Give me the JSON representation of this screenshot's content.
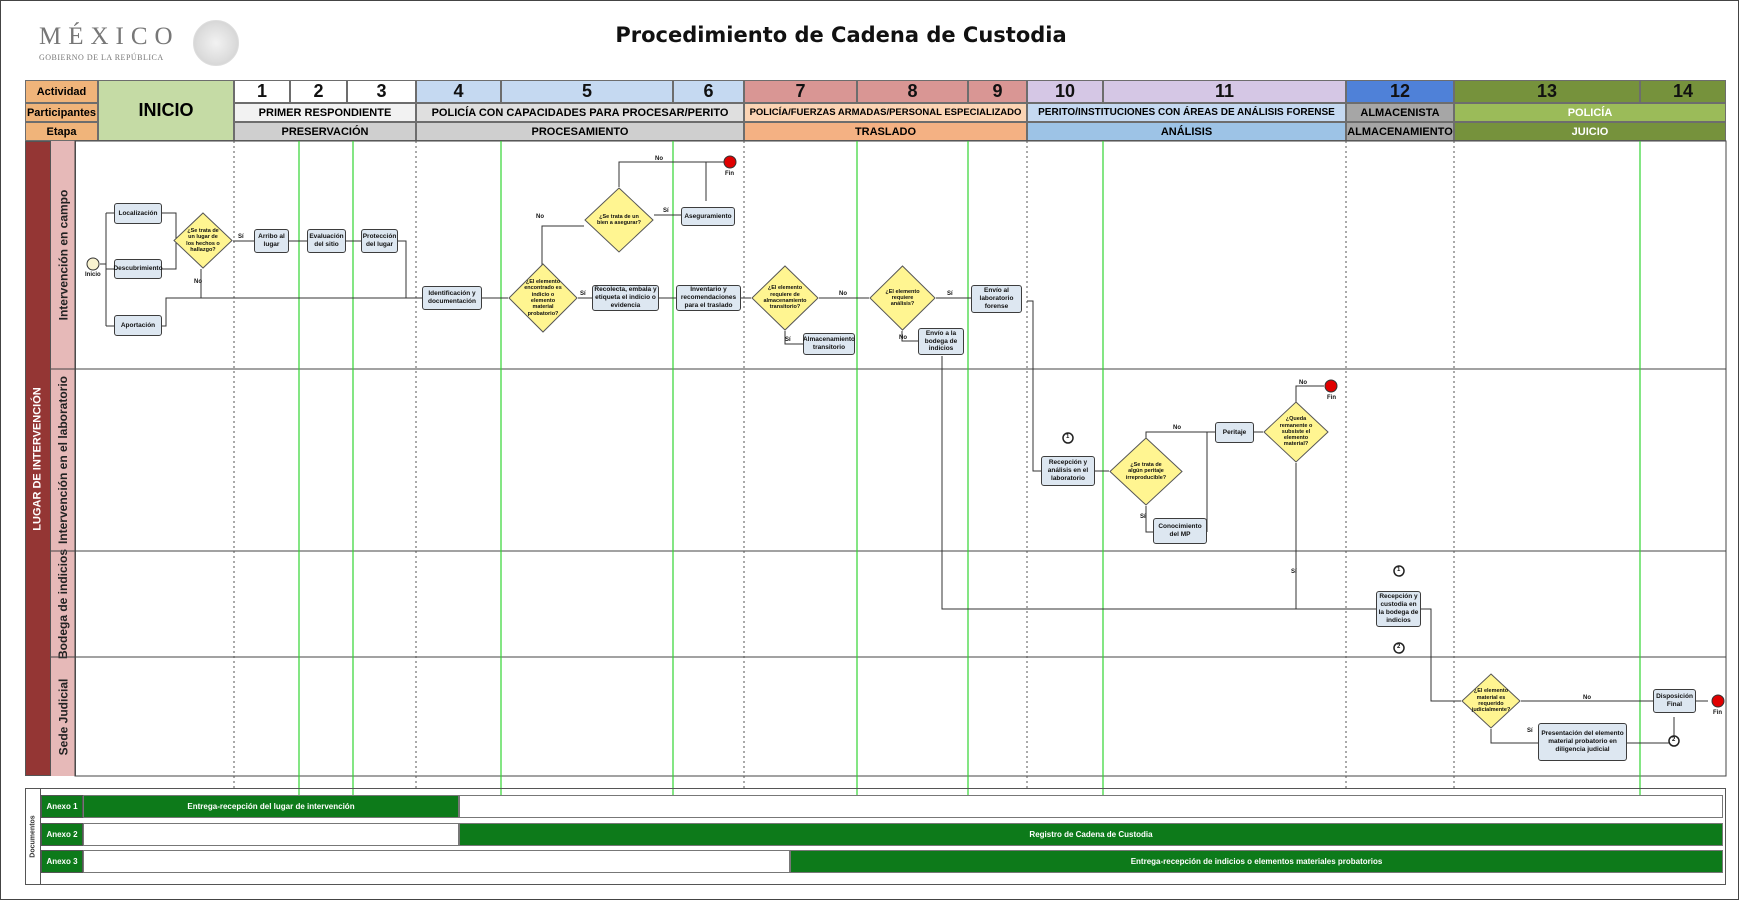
{
  "header": {
    "logo_word": "MÉXICO",
    "logo_sub": "GOBIERNO DE LA REPÚBLICA",
    "title": "Procedimiento de Cadena de Custodia"
  },
  "row_labels": {
    "actividad": "Actividad",
    "participantes": "Participantes",
    "etapa": "Etapa"
  },
  "inicio_label": "INICIO",
  "activities": [
    "1",
    "2",
    "3",
    "4",
    "5",
    "6",
    "7",
    "8",
    "9",
    "10",
    "11",
    "12",
    "13",
    "14"
  ],
  "participants": [
    "PRIMER RESPONDIENTE",
    "POLICÍA CON CAPACIDADES PARA PROCESAR/PERITO",
    "POLICÍA/FUERZAS ARMADAS/PERSONAL ESPECIALIZADO",
    "PERITO/INSTITUCIONES CON ÁREAS DE ANÁLISIS FORENSE",
    "ALMACENISTA",
    "POLICÍA"
  ],
  "stages": [
    "PRESERVACIÓN",
    "PROCESAMIENTO",
    "TRASLADO",
    "ANÁLISIS",
    "ALMACENAMIENTO",
    "JUICIO"
  ],
  "side_title": "LUGAR DE INTERVENCIÓN",
  "lanes": [
    "Intervención en campo",
    "Intervención en el laboratorio",
    "Bodega de indicios",
    "Sede Judicial"
  ],
  "nodes": {
    "inicio": "Inicio",
    "localizacion": "Localización",
    "descubrimiento": "Descubrimiento",
    "aportacion": "Aportación",
    "q_hechos": "¿Se trata de un lugar de los hechos o hallazgo?",
    "arribo": "Arribo al lugar",
    "evaluacion": "Evaluación del sitio",
    "proteccion": "Protección del lugar",
    "identificacion": "Identificación y documentación",
    "q_indicio": "¿El elemento encontrado es indicio o elemento material probatorio?",
    "recoleccion": "Recolecta, embala y etiqueta el indicio o evidencia",
    "q_bien": "¿Se trata de un bien a asegurar?",
    "aseguramiento": "Aseguramiento",
    "inventario": "Inventario y recomendaciones para el traslado",
    "q_almacen": "¿El elemento requiere de almacenamiento transitorio?",
    "almacen_trans": "Almacenamiento transitorio",
    "q_analisis": "¿El elemento requiere análisis?",
    "envio_bodega": "Envío a la bodega de indicios",
    "envio_lab": "Envío al laboratorio forense",
    "recepcion_lab": "Recepción y análisis en el laboratorio",
    "q_pericia": "¿Se trata de algún peritaje irreproducible?",
    "conocimiento": "Conocimiento del MP",
    "peritaje": "Peritaje",
    "q_remanente": "¿Queda remanente o subsiste el elemento material?",
    "recepcion_bodega": "Recepción y custodia en la bodega de indicios",
    "q_judicial": "¿El elemento material es requerido judicialmente?",
    "presentacion": "Presentación del elemento material probatorio en diligencia judicial",
    "disposicion": "Disposición Final",
    "fin": "Fin",
    "si": "Sí",
    "no": "No",
    "c1": "1",
    "c2": "2"
  },
  "documents": {
    "side_label": "Documentos",
    "rows": [
      {
        "label": "Anexo 1",
        "text": "Entrega-recepción del lugar de intervención"
      },
      {
        "label": "Anexo 2",
        "text": "Registro de Cadena de Custodia"
      },
      {
        "label": "Anexo 3",
        "text": "Entrega-recepción de indicios o elementos materiales probatorios"
      }
    ]
  },
  "colors": {
    "inicio": "#c5dba5",
    "preservacion": "#cfcfcf",
    "procesamiento_act": "#c5d9f1",
    "traslado_act": "#d99694",
    "traslado_part": "#fbd4b4",
    "traslado_stage": "#f4b183",
    "analisis_act": "#d5c7e5",
    "analisis_part": "#c5d9f1",
    "analisis_stage": "#9dc3e6",
    "almacen_act": "#4f81d8",
    "juicio_act": "#76923c",
    "juicio_part": "#9bbb59",
    "side_bar": "#943634",
    "lane_label": "#e6b9b8",
    "box": "#dde7f1",
    "diamond": "#fff591",
    "fin": "#e00000",
    "doc_green": "#0d7a1a"
  }
}
